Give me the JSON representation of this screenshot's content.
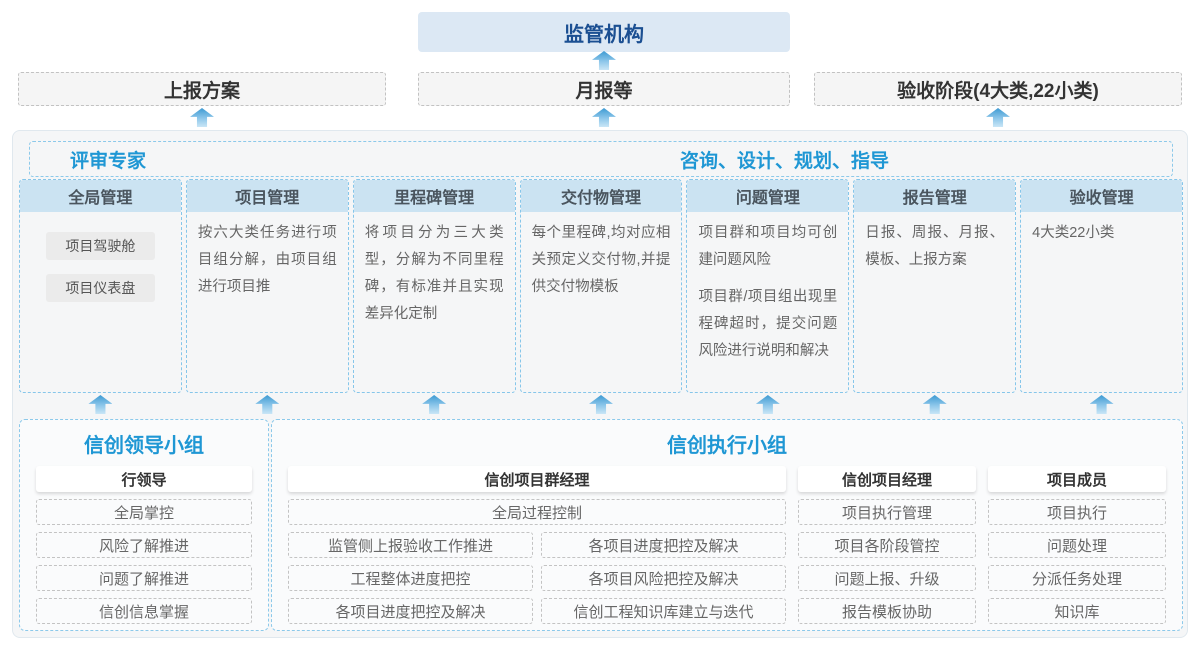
{
  "colors": {
    "accent_blue": "#1f97d4",
    "navy_title": "#1b4f92",
    "column_header_bg": "#cbe3f2",
    "dashed_blue_border": "#8cc9ea",
    "dashed_gray_border": "#c2c2c2",
    "panel_bg": "#f5f6f7",
    "arrow_gradient_top": "#3d9ad3",
    "arrow_gradient_bottom": "#c9e6f6"
  },
  "top": {
    "regulator": "监管机构",
    "channels": [
      "上报方案",
      "月报等",
      "验收阶段(4大类,22小类)"
    ]
  },
  "panel": {
    "experts_label": "评审专家",
    "advisory_label": "咨询、设计、规划、指导",
    "columns": [
      {
        "title": "全局管理",
        "pills": [
          "项目驾驶舱",
          "项目仪表盘"
        ]
      },
      {
        "title": "项目管理",
        "paragraphs": [
          "按六大类任务进行项目组分解，由项目组进行项目推"
        ]
      },
      {
        "title": "里程碑管理",
        "paragraphs": [
          "将项目分为三大类型，分解为不同里程碑，有标准并且实现差异化定制"
        ]
      },
      {
        "title": "交付物管理",
        "paragraphs": [
          "每个里程碑,均对应相关预定义交付物,并提供交付物模板"
        ]
      },
      {
        "title": "问题管理",
        "paragraphs": [
          "项目群和项目均可创建问题风险",
          "项目群/项目组出现里程碑超时，提交问题风险进行说明和解决"
        ]
      },
      {
        "title": "报告管理",
        "paragraphs": [
          "日报、周报、月报、模板、上报方案"
        ]
      },
      {
        "title": "验收管理",
        "paragraphs": [
          "4大类22小类"
        ]
      }
    ]
  },
  "bottom": {
    "leader_group": {
      "title": "信创领导小组",
      "role": "行领导",
      "items": [
        "全局掌控",
        "风险了解推进",
        "问题了解推进",
        "信创信息掌握"
      ]
    },
    "exec_group": {
      "title": "信创执行小组",
      "program_manager": {
        "role": "信创项目群经理",
        "full_width_item": "全局过程控制",
        "col1": [
          "监管侧上报验收工作推进",
          "工程整体进度把控",
          "各项目进度把控及解决"
        ],
        "col2": [
          "各项目进度把控及解决",
          "各项目风险把控及解决",
          "信创工程知识库建立与迭代"
        ]
      },
      "project_manager": {
        "role": "信创项目经理",
        "items": [
          "项目执行管理",
          "项目各阶段管控",
          "问题上报、升级",
          "报告模板协助"
        ]
      },
      "member": {
        "role": "项目成员",
        "items": [
          "项目执行",
          "问题处理",
          "分派任务处理",
          "知识库"
        ]
      }
    }
  }
}
